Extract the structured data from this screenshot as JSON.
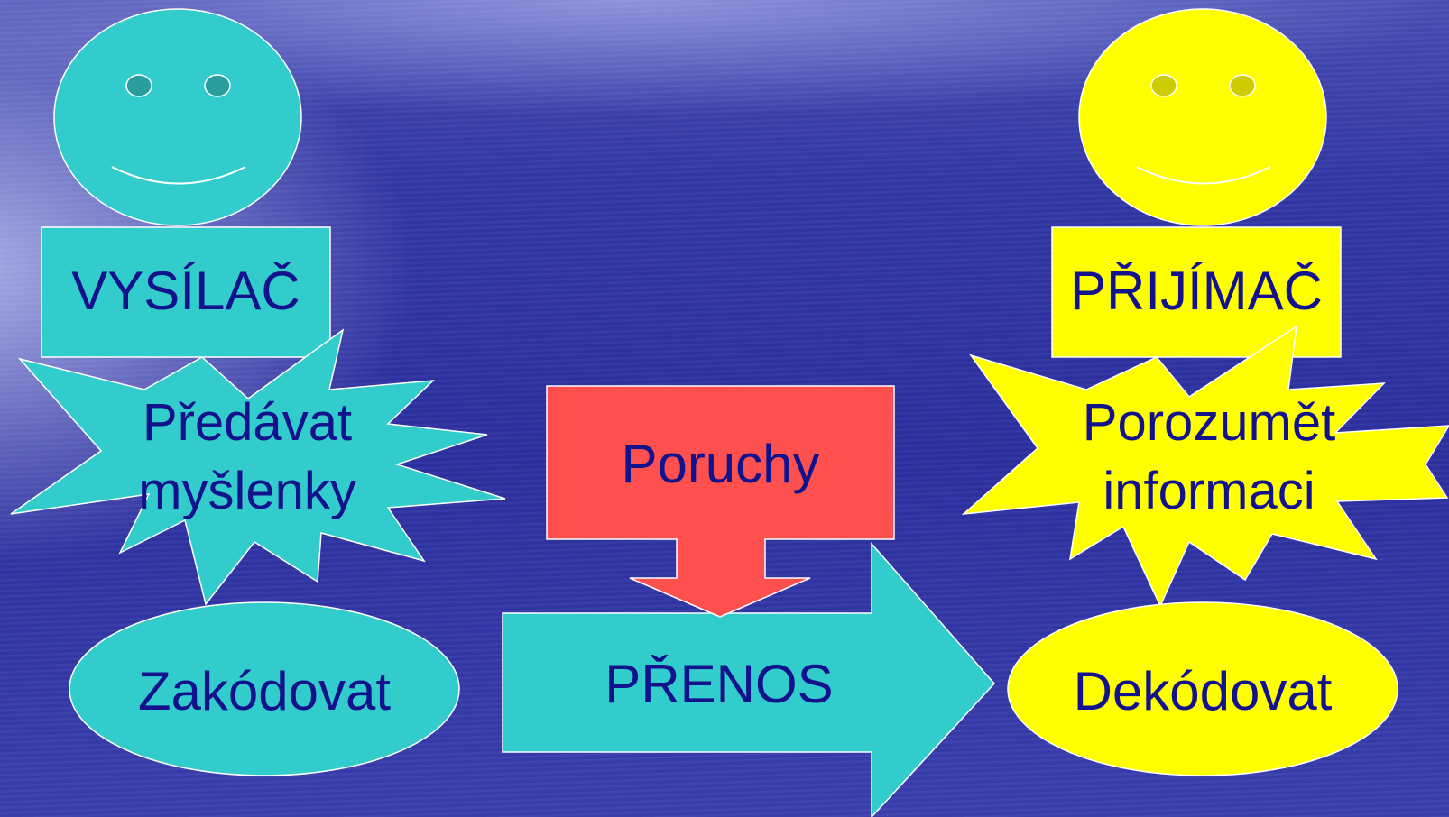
{
  "colors": {
    "sender": "#33cccc",
    "receiver": "#ffff00",
    "noise": "#ff5050",
    "text": "#12128c",
    "outline": "#ffffff"
  },
  "sender": {
    "title": "VYSÍLAČ",
    "thought_line1": "Předávat",
    "thought_line2": "myšlenky",
    "action": "Zakódovat"
  },
  "transfer": {
    "label": "PŘENOS",
    "noise": "Poruchy"
  },
  "receiver": {
    "title": "PŘIJÍMAČ",
    "thought_line1": "Porozumět",
    "thought_line2": "informaci",
    "action": "Dekódovat"
  }
}
